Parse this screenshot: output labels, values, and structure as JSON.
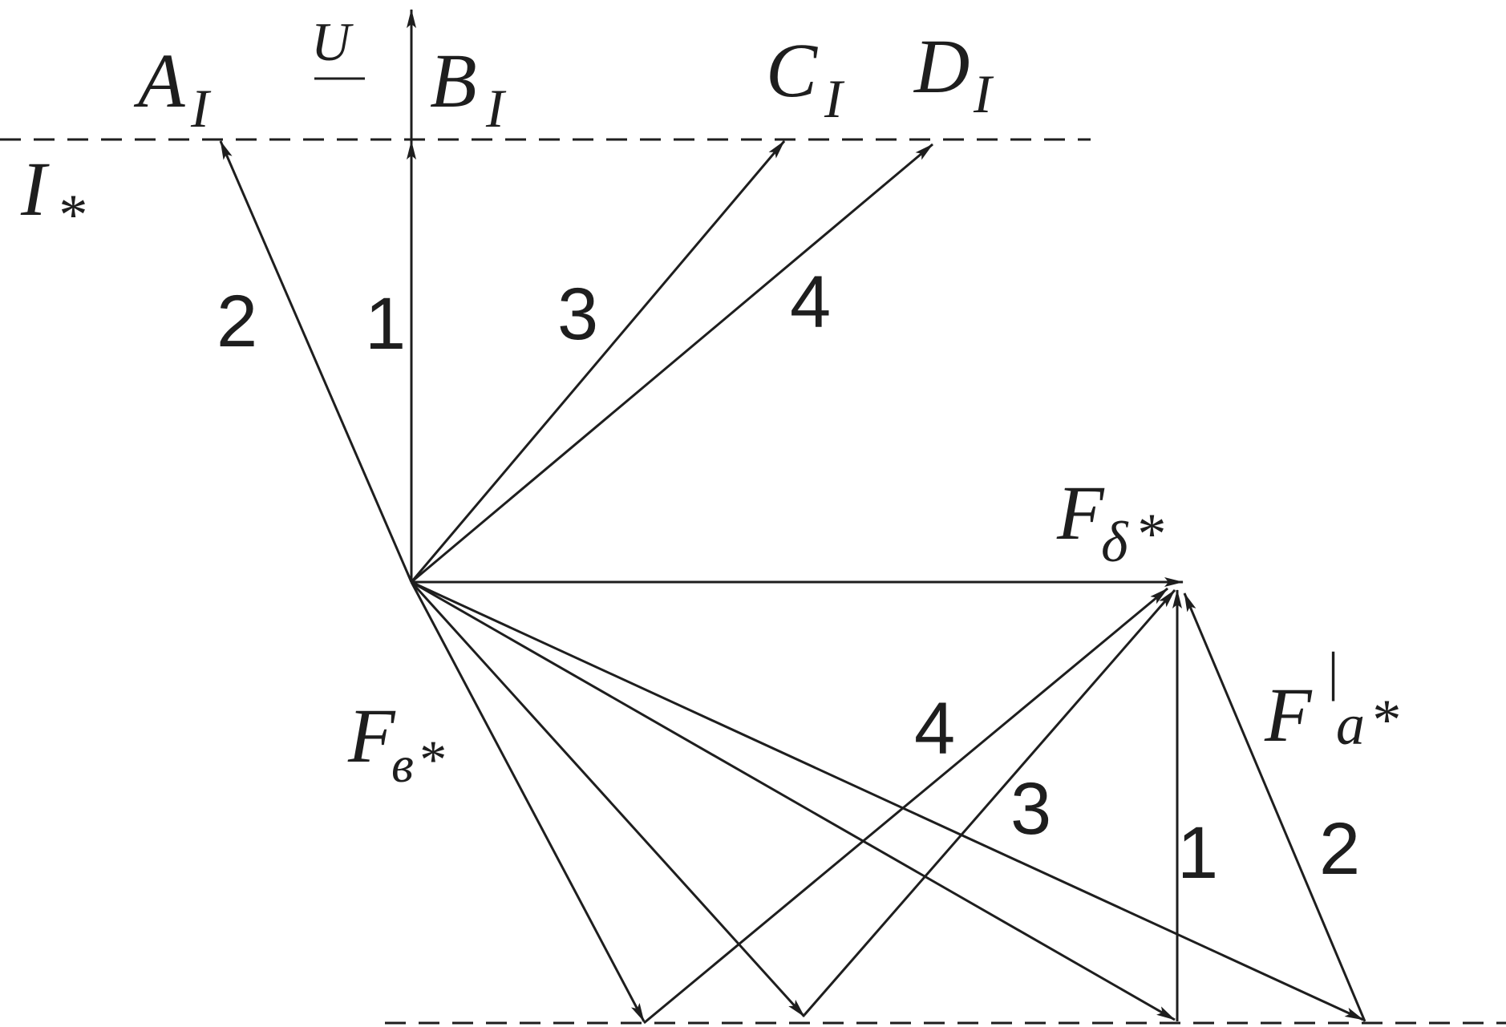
{
  "labels": {
    "u_main": "U",
    "a_main": "A",
    "a_sub": "I",
    "b_main": "B",
    "b_sub": "I",
    "c_main": "C",
    "c_sub": "I",
    "d_main": "D",
    "d_sub": "I",
    "i_main": "I",
    "i_star": "*",
    "fdelta_main": "F",
    "fdelta_sub": "δ",
    "fdelta_star": "*",
    "fe_main": "F",
    "fe_sub": "в",
    "fe_star": "*",
    "fa_main": "F",
    "fa_prime": "|",
    "fa_sub": "a",
    "fa_star": "*"
  },
  "numbers": {
    "upper_2": "2",
    "upper_1": "1",
    "upper_3": "3",
    "upper_4": "4",
    "lower_4": "4",
    "lower_3": "3",
    "lower_1": "1",
    "lower_2": "2"
  },
  "colors": {
    "ink": "#1e1e1e",
    "background": "#ffffff"
  }
}
